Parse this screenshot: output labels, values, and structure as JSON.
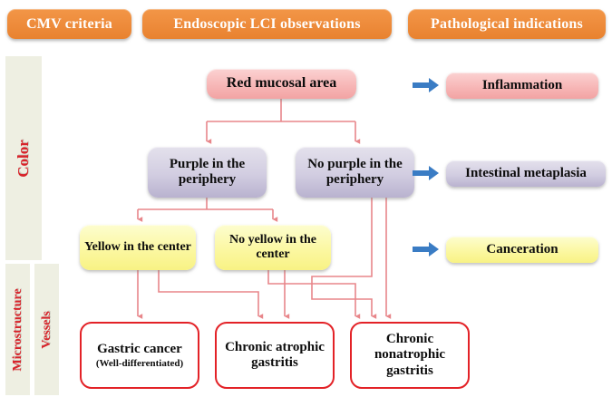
{
  "headers": [
    {
      "id": "cmv-criteria",
      "label": "CMV criteria"
    },
    {
      "id": "endoscopic-lci-observations",
      "label": "Endoscopic LCI observations"
    },
    {
      "id": "pathological-indications",
      "label": "Pathological indications"
    }
  ],
  "categories": [
    {
      "id": "color",
      "label": "Color"
    },
    {
      "id": "microstructure",
      "label": "Microstructure"
    },
    {
      "id": "vessels",
      "label": "Vessels"
    }
  ],
  "flow": {
    "root": {
      "id": "red-mucosal-area",
      "label": "Red mucosal area",
      "style": "pink"
    },
    "level2": [
      {
        "id": "purple-in-the-periphery",
        "label": "Purple in the periphery",
        "style": "purple"
      },
      {
        "id": "no-purple-in-the-periphery",
        "label": "No purple in the periphery",
        "style": "purple"
      }
    ],
    "level3": [
      {
        "id": "yellow-in-the-center",
        "label": "Yellow in the center",
        "style": "yellow"
      },
      {
        "id": "no-yellow-in-the-center",
        "label": "No yellow in the center",
        "style": "yellow"
      }
    ],
    "diagnoses": [
      {
        "id": "gastric-cancer",
        "main": "Gastric cancer",
        "sub": "(Well-differentiated)"
      },
      {
        "id": "chronic-atrophic-gastritis",
        "main": "Chronic atrophic gastritis",
        "sub": ""
      },
      {
        "id": "chronic-nonatrophic-gastritis",
        "main": "Chronic nonatrophic gastritis",
        "sub": ""
      }
    ]
  },
  "outcomes": [
    {
      "id": "inflammation",
      "label": "Inflammation",
      "style": "pink"
    },
    {
      "id": "intestinal-metaplasia",
      "label": "Intestinal metaplasia",
      "style": "purple"
    },
    {
      "id": "canceration",
      "label": "Canceration",
      "style": "yellow"
    }
  ],
  "colors": {
    "header_orange": "#ee8c3c",
    "rail_bg": "#eeefe2",
    "rail_text": "#d8232a",
    "pink": "#f7b7b7",
    "purple": "#d2cde1",
    "yellow": "#fbf79e",
    "outline_red": "#e32227",
    "connector_red": "#e8868a",
    "arrow_blue": "#3a7cc4"
  }
}
